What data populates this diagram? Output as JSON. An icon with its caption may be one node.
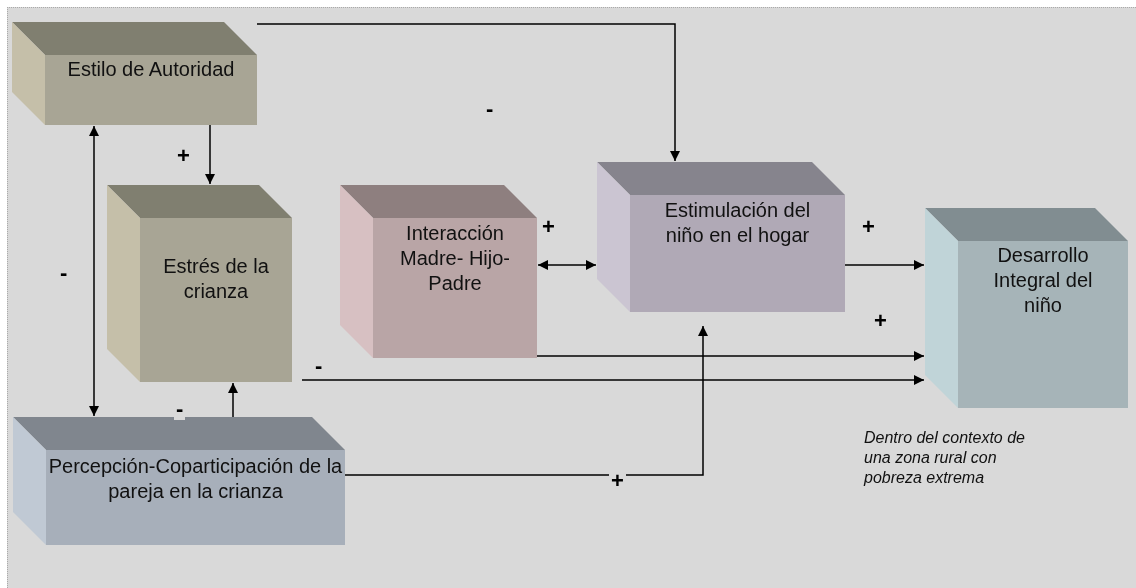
{
  "diagram": {
    "nodes": [
      {
        "text": [
          "Estilo de Autoridad"
        ]
      },
      {
        "text": [
          "Estrés de la crianza"
        ]
      },
      {
        "text": [
          "Interacción Madre- Hijo-Padre"
        ]
      },
      {
        "text": [
          "Estimulación del niño en el hogar"
        ]
      },
      {
        "text": [
          "Desarrollo Integral del niño"
        ]
      },
      {
        "text": [
          "Percepción-Coparticipación de la pareja en la crianza"
        ]
      }
    ],
    "edges": [
      {
        "from": 0,
        "to": 1,
        "arrow": "to",
        "label": "+"
      },
      {
        "from": 0,
        "to": 5,
        "arrow": "both",
        "label": "-"
      },
      {
        "from": 5,
        "to": 1,
        "arrow": "to",
        "label": "-"
      },
      {
        "from": 0,
        "to": 3,
        "arrow": "to",
        "label": "-"
      },
      {
        "from": 2,
        "to": 3,
        "arrow": "both",
        "label": "+"
      },
      {
        "from": 3,
        "to": 4,
        "arrow": "to",
        "label": "+"
      },
      {
        "from": 2,
        "to": 4,
        "arrow": "to",
        "label": "+"
      },
      {
        "from": 1,
        "to": 4,
        "arrow": "to",
        "label": "-"
      },
      {
        "from": 5,
        "to": 3,
        "arrow": "to",
        "label": "+"
      }
    ],
    "labels": [
      "Dentro del contexto de una zona rural con pobreza extrema"
    ]
  }
}
